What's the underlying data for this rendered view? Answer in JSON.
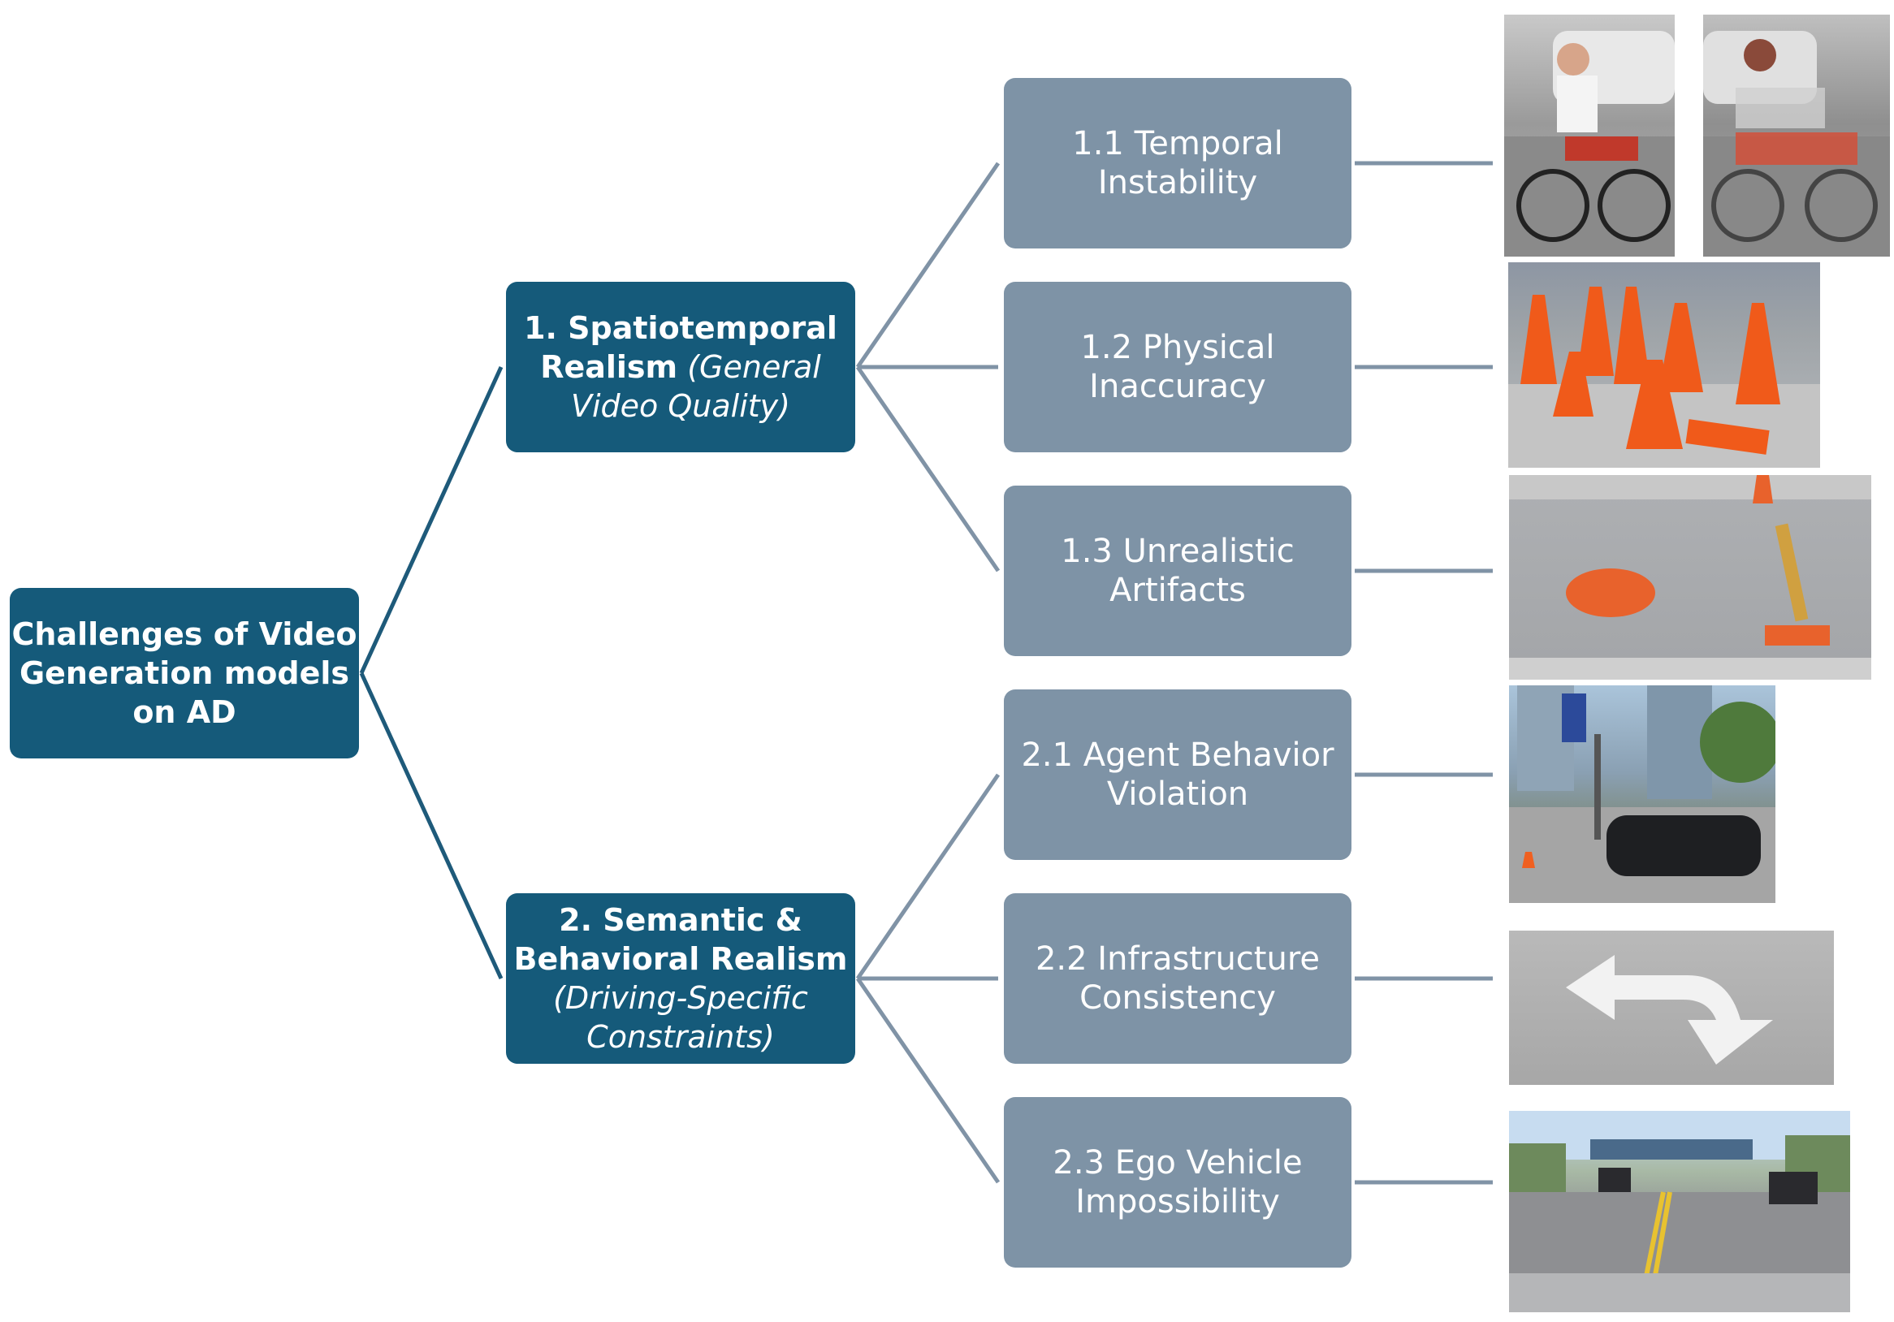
{
  "root": {
    "line1": "Challenges of Video",
    "line2": "Generation models",
    "line3": "on AD"
  },
  "categories": [
    {
      "line1": "1. Spatiotemporal",
      "line2_bold": "Realism",
      "line2_italic": " (General",
      "line3": "Video Quality)"
    },
    {
      "line1": "2. Semantic &",
      "line2": "Behavioral Realism",
      "line3": "(Driving-Specific",
      "line4": "Constraints)"
    }
  ],
  "leaves": [
    {
      "line1": "1.1 Temporal",
      "line2": "Instability"
    },
    {
      "line1": "1.2 Physical",
      "line2": "Inaccuracy"
    },
    {
      "line1": "1.3 Unrealistic",
      "line2": "Artifacts"
    },
    {
      "line1": "2.1 Agent Behavior",
      "line2": "Violation"
    },
    {
      "line1": "2.2 Infrastructure",
      "line2": "Consistency"
    },
    {
      "line1": "2.3 Ego Vehicle",
      "line2": "Impossibility"
    }
  ],
  "colors": {
    "category_fill": "#155a7a",
    "leaf_fill": "#7e93a6",
    "connector": "#8093a6",
    "main_connector": "#1e5a7a"
  }
}
